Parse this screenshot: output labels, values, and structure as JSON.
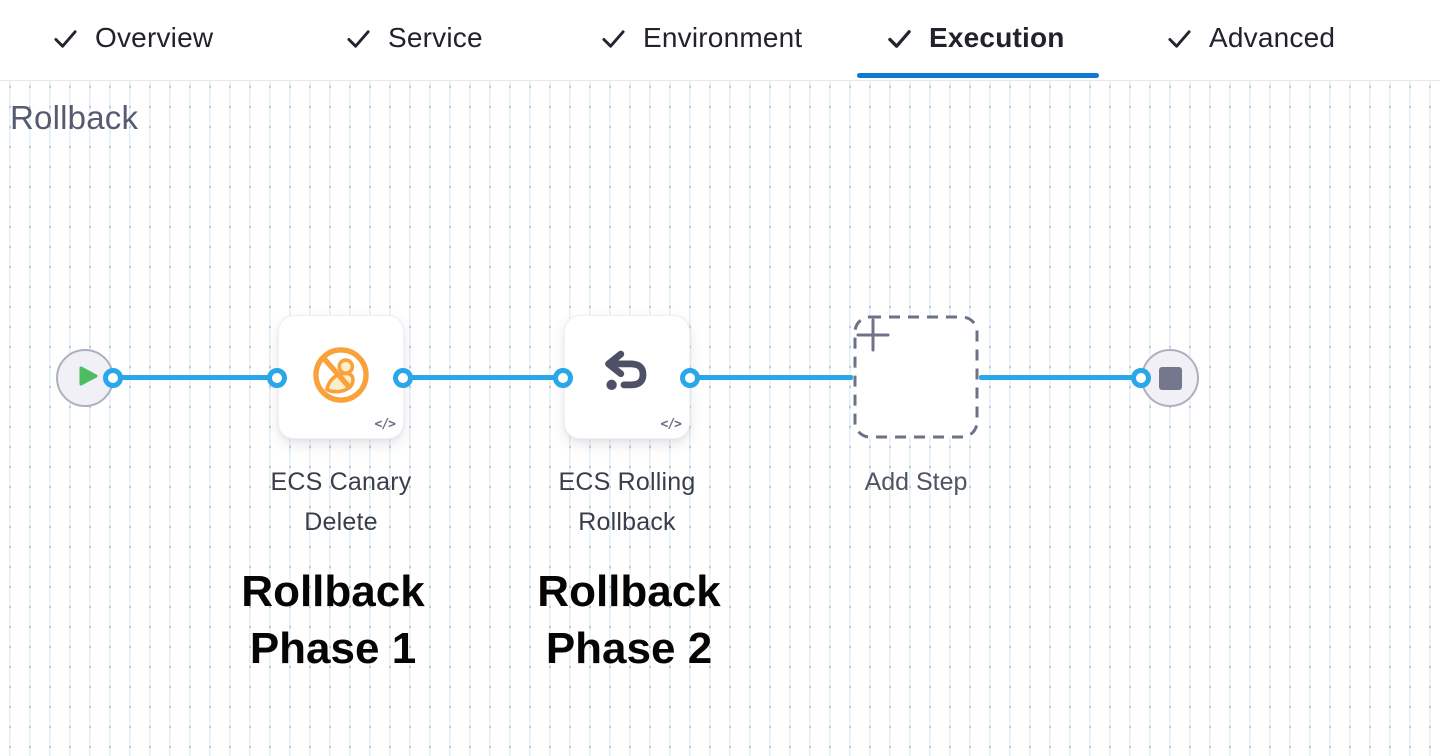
{
  "header": {
    "tabs": [
      {
        "label": "Overview",
        "state": "completed"
      },
      {
        "label": "Service",
        "state": "completed"
      },
      {
        "label": "Environment",
        "state": "completed"
      },
      {
        "label": "Execution",
        "state": "completed-active"
      },
      {
        "label": "Advanced",
        "state": "completed"
      }
    ],
    "active_tab": "Execution"
  },
  "section_title": "Rollback",
  "pipeline": {
    "start_node": "play",
    "end_node": "stop",
    "steps": [
      {
        "name": "ECS Canary Delete",
        "icon": "ecs-canary-delete-icon",
        "code_toggle_glyph": "</>",
        "annotation": "Rollback Phase 1"
      },
      {
        "name": "ECS Rolling Rollback",
        "icon": "ecs-rolling-rollback-icon",
        "code_toggle_glyph": "</>",
        "annotation": "Rollback Phase 2"
      }
    ],
    "add_step_label": "Add Step"
  },
  "colors": {
    "active_tab_underline": "#0d79d0",
    "connector_blue": "#2aa7e9",
    "canary_orange": "#f9a23c",
    "play_green": "#4dbd62",
    "stop_gray": "#75778c",
    "node_fill": "#f0f0f6",
    "annotation_black": "#050505"
  }
}
